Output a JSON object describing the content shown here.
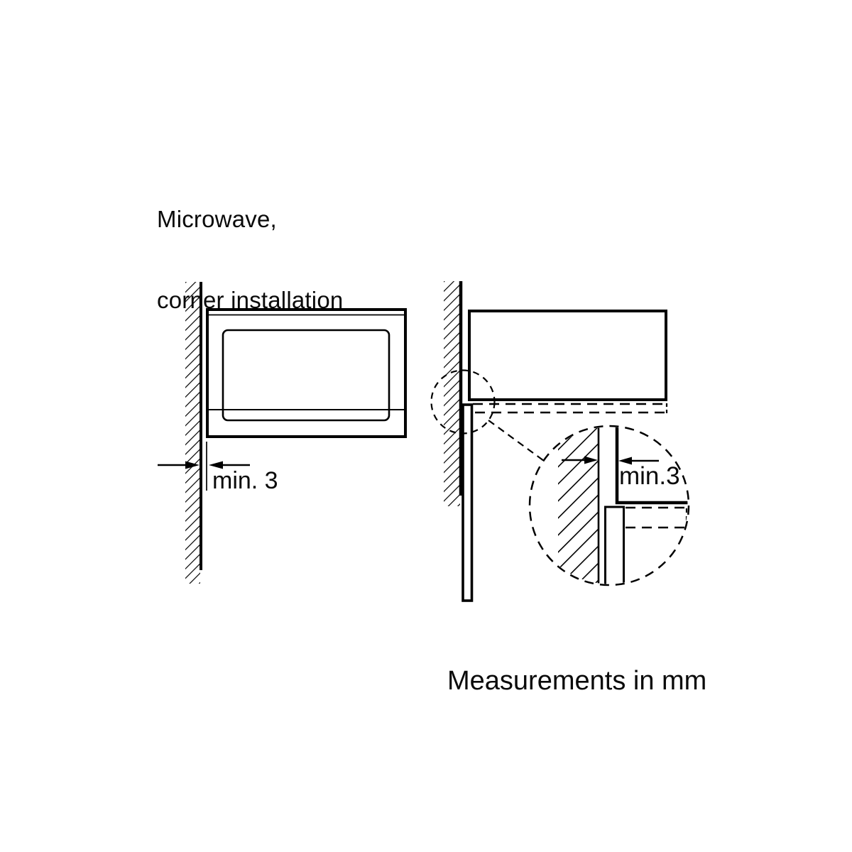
{
  "title": {
    "line1": "Microwave,",
    "line2": "corner installation"
  },
  "front_view": {
    "dimension_label": "min. 3"
  },
  "detail_view": {
    "dimension_label": "min.3"
  },
  "footer": {
    "note": "Measurements in mm"
  },
  "units": "mm",
  "colors": {
    "ink": "#000000",
    "background": "#ffffff"
  }
}
